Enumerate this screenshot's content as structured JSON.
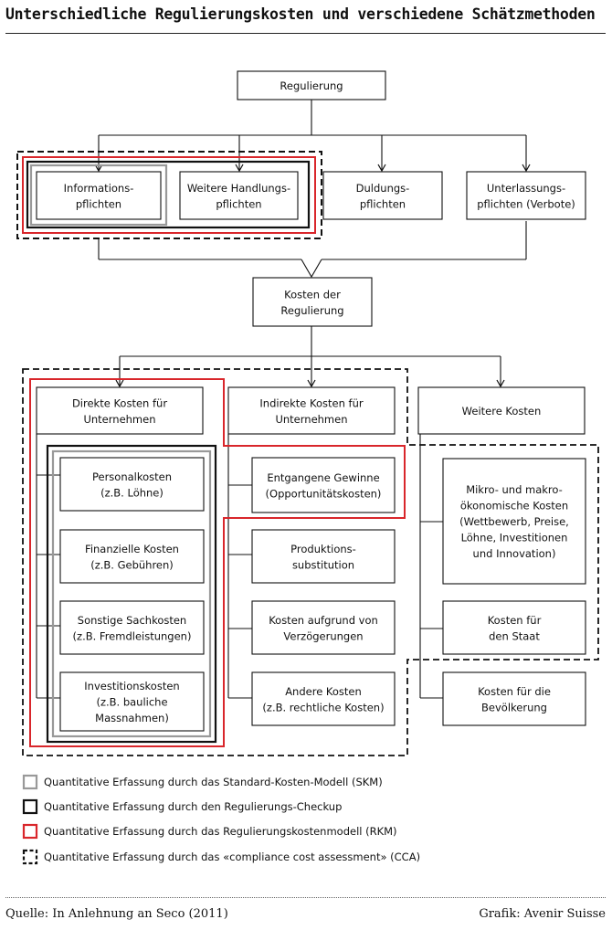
{
  "title": "Unterschiedliche Regulierungskosten und verschiedene Schätzmethoden",
  "boxes": {
    "regulierung": [
      "Regulierung"
    ],
    "informationspflichten": [
      "Informations-",
      "pflichten"
    ],
    "weitere_handlungspflichten": [
      "Weitere Handlungs-",
      "pflichten"
    ],
    "duldungspflichten": [
      "Duldungs-",
      "pflichten"
    ],
    "unterlassungspflichten": [
      "Unterlassungs-",
      "pflichten (Verbote)"
    ],
    "kosten_der_regulierung": [
      "Kosten der",
      "Regulierung"
    ],
    "direkte_kosten": [
      "Direkte Kosten für",
      "Unternehmen"
    ],
    "indirekte_kosten": [
      "Indirekte Kosten für",
      "Unternehmen"
    ],
    "weitere_kosten": [
      "Weitere Kosten"
    ],
    "personalkosten": [
      "Personalkosten",
      "(z.B. Löhne)"
    ],
    "finanzielle_kosten": [
      "Finanzielle Kosten",
      "(z.B. Gebühren)"
    ],
    "sonstige_sachkosten": [
      "Sonstige Sachkosten",
      "(z.B. Fremdleistungen)"
    ],
    "investitionskosten": [
      "Investitionskosten",
      "(z.B. bauliche",
      "Massnahmen)"
    ],
    "entgangene_gewinne": [
      "Entgangene Gewinne",
      "(Opportunitätskosten)"
    ],
    "produktionssubstitution": [
      "Produktions-",
      "substitution"
    ],
    "kosten_verzoegerungen": [
      "Kosten aufgrund von",
      "Verzögerungen"
    ],
    "andere_kosten": [
      "Andere Kosten",
      "(z.B. rechtliche Kosten)"
    ],
    "mikro_makro": [
      "Mikro- und makro-",
      "ökonomische Kosten",
      "(Wettbewerb, Preise,",
      "Löhne, Investitionen",
      "und Innovation)"
    ],
    "kosten_staat": [
      "Kosten für",
      "den Staat"
    ],
    "kosten_bevoelkerung": [
      "Kosten für die",
      "Bevölkerung"
    ]
  },
  "legend": [
    {
      "style": "skm",
      "color": "#999999",
      "label": "Quantitative Erfassung durch das Standard-Kosten-Modell (SKM)"
    },
    {
      "style": "checkup",
      "color": "#111111",
      "label": "Quantitative Erfassung durch den Regulierungs-Checkup"
    },
    {
      "style": "rkm",
      "color": "#d9262b",
      "label": "Quantitative Erfassung durch das Regulierungskostenmodell (RKM)"
    },
    {
      "style": "cca",
      "color": "#111111",
      "label": "Quantitative Erfassung durch das «compliance cost assessment» (CCA)"
    }
  ],
  "colors": {
    "grey": "#999999",
    "black": "#111111",
    "red": "#d9262b"
  },
  "footer": {
    "source": "Quelle: In Anlehnung an Seco (2011)",
    "credit": "Grafik: Avenir Suisse"
  }
}
